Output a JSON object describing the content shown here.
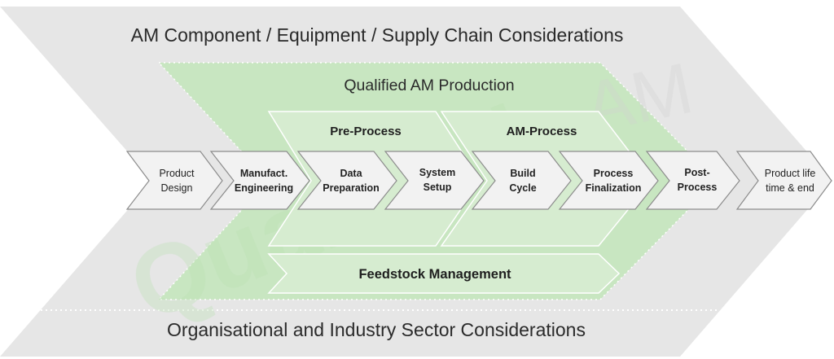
{
  "outer_band": {
    "top_label": "AM Component / Equipment / Supply Chain Considerations",
    "bottom_label": "Organisational and Industry Sector Considerations"
  },
  "qualified_zone": {
    "title": "Qualified AM Production"
  },
  "phases": {
    "pre_process": "Pre-Process",
    "am_process": "AM-Process",
    "feedstock": "Feedstock Management"
  },
  "watermark": {
    "text_left": "Qualified",
    "text_right": "AM"
  },
  "steps": [
    {
      "line1": "Product",
      "line2": "Design",
      "emphasis": false
    },
    {
      "line1": "Manufact.",
      "line2": "Engineering",
      "emphasis": true
    },
    {
      "line1": "Data",
      "line2": "Preparation",
      "emphasis": true
    },
    {
      "line1": "System",
      "line2": "Setup",
      "emphasis": true
    },
    {
      "line1": "Build",
      "line2": "Cycle",
      "emphasis": true
    },
    {
      "line1": "Process",
      "line2": "Finalization",
      "emphasis": true
    },
    {
      "line1": "Post-",
      "line2": "Process",
      "emphasis": true
    },
    {
      "line1": "Product life",
      "line2": "time & end",
      "emphasis": false
    }
  ],
  "colors": {
    "outer_band": "#e6e6e6",
    "qualified_zone": "#c8e6c1",
    "phase_fill": "#d6ecd0",
    "chevron_fill": "#f2f2f2",
    "dotted_line": "#ffffff"
  }
}
